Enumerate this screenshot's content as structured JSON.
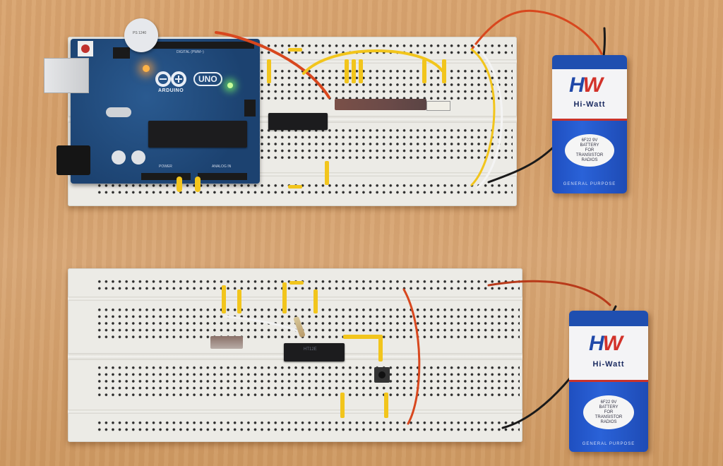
{
  "scene": {
    "description": "Two breadboard circuits on a wooden table: top with Arduino UNO and IC plus LED bar, bottom with standalone IC circuit; each powered by a 9V Hi-Watt battery",
    "colors": {
      "table": "#d6a36e",
      "breadboard": "#ecebe6",
      "arduino_blue": "#1f4a7a",
      "jumper_yellow": "#f2c51c",
      "wire_red": "#d8471e",
      "wire_black": "#1a1a1a",
      "battery_blue": "#2458c8",
      "battery_red": "#d2322a"
    }
  },
  "arduino": {
    "logo_text": "ARDUINO",
    "model": "UNO",
    "power_label": "POWER",
    "analog_label": "ANALOG IN",
    "digital_label": "DIGITAL (PWM~)",
    "buzzer_label": "PS 1240"
  },
  "battery_top": {
    "brand_logo_h": "H",
    "brand_logo_w": "W",
    "brand_name": "Hi-Watt",
    "oval_lines": [
      "6F22 9V",
      "BATTERY",
      "FOR",
      "TRANSISTOR",
      "RADIOS"
    ],
    "footer": "GENERAL PURPOSE"
  },
  "battery_bottom": {
    "brand_logo_h": "H",
    "brand_logo_w": "W",
    "brand_name": "Hi-Watt",
    "oval_lines": [
      "6F22 9V",
      "BATTERY",
      "FOR",
      "TRANSISTOR",
      "RADIOS"
    ],
    "footer": "GENERAL PURPOSE"
  },
  "chips": {
    "bottom_ic_marking": "HT12E"
  }
}
